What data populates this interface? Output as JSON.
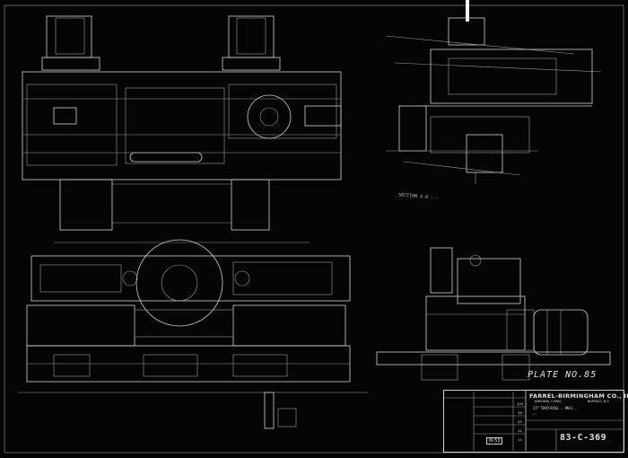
{
  "drawing": {
    "plate_label": "PLATE NO.85",
    "section_label": "SECTION A-A ...",
    "title_block": {
      "company": "FARREL-BIRMINGHAM CO., INC.",
      "city_left": "ANSONIA, CONN.",
      "city_right": "BUFFALO, N.Y.",
      "description_line1": "15\" TWO ROLL ... MILL ...",
      "description_line2": "...",
      "badge": "M-53",
      "drawing_number": "83-C-369",
      "sheet_numbers": [
        "100",
        "36",
        "43",
        "12",
        "14"
      ]
    }
  },
  "colors": {
    "background": "#050505",
    "linework": "#cfcfcf"
  }
}
